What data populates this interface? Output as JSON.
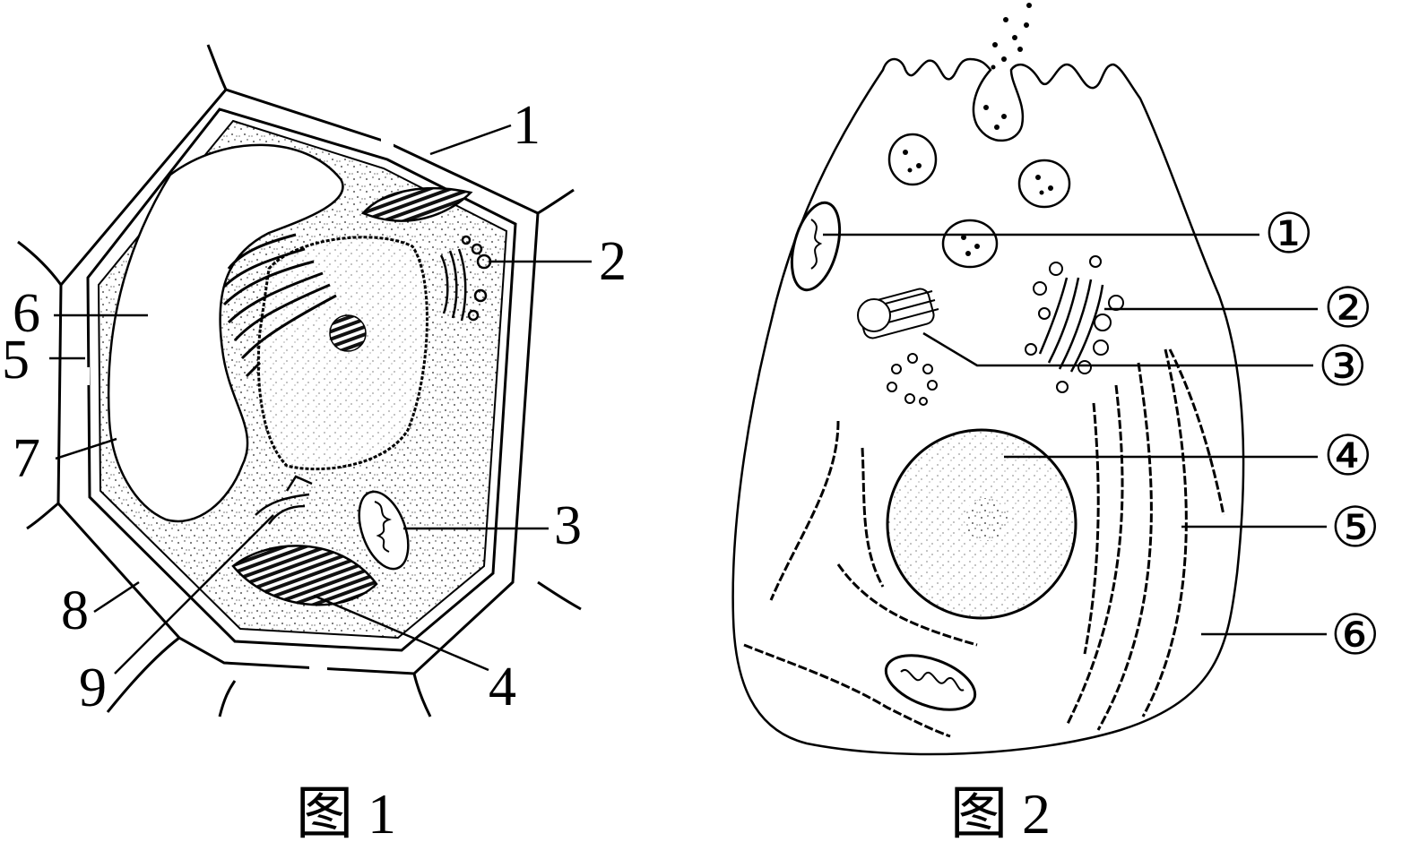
{
  "figure1": {
    "caption": "图 1",
    "labels": [
      "1",
      "2",
      "3",
      "4",
      "5",
      "6",
      "7",
      "8",
      "9"
    ]
  },
  "figure2": {
    "caption": "图 2",
    "labels": [
      "①",
      "②",
      "③",
      "④",
      "⑤",
      "⑥"
    ]
  }
}
